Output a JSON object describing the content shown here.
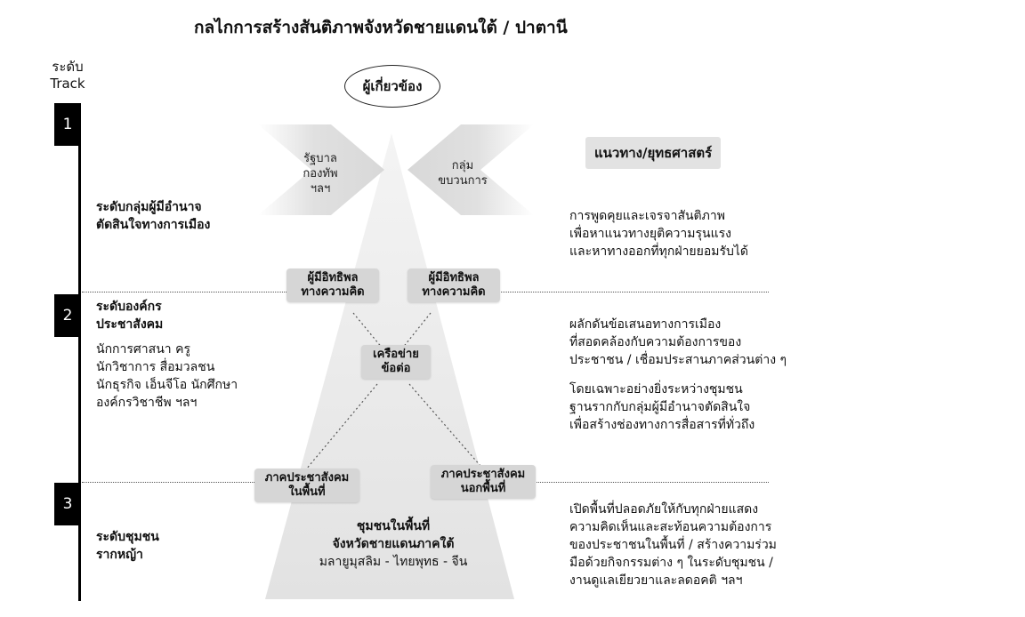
{
  "title": "กลไกการสร้างสันติภาพจังหวัดชายแดนใต้ / ปาตานี",
  "level_header": [
    "ระดับ",
    "Track"
  ],
  "levels": [
    "1",
    "2",
    "3"
  ],
  "stakeholders_label": "ผู้เกี่ยวข้อง",
  "government": [
    "รัฐบาล",
    "กองทัพ",
    "ฯลฯ"
  ],
  "movement": [
    "กลุ่ม",
    "ขบวนการ"
  ],
  "strategy_heading": "แนวทาง/ยุทธศาสตร์",
  "track1": {
    "label": [
      "ระดับกลุ่มผู้มีอำนาจ",
      "ตัดสินใจทางการเมือง"
    ],
    "strategy": [
      "การพูดคุยและเจรจาสันติภาพ",
      "เพื่อหาแนวทางยุติความรุนแรง",
      "และหาทางออกที่ทุกฝ่ายยอมรับได้"
    ]
  },
  "influencers": {
    "left": [
      "ผู้มีอิทธิพล",
      "ทางความคิด"
    ],
    "right": [
      "ผู้มีอิทธิพล",
      "ทางความคิด"
    ]
  },
  "track2": {
    "label": [
      "ระดับองค์กร",
      "ประชาสังคม"
    ],
    "members": [
      "นักการศาสนา ครู",
      "นักวิชาการ สื่อมวลชน",
      "นักธุรกิจ เอ็นจีโอ นักศึกษา",
      "องค์กรวิชาชีพ ฯลฯ"
    ],
    "strategy_a": [
      "ผลักดันข้อเสนอทางการเมือง",
      "ที่สอดคล้องกับความต้องการของ",
      "ประชาชน / เชื่อมประสานภาคส่วนต่าง ๆ"
    ],
    "strategy_b": [
      "โดยเฉพาะอย่างยิ่งระหว่างชุมชน",
      "ฐานรากกับกลุ่มผู้มีอำนาจตัดสินใจ",
      "เพื่อสร้างช่องทางการสื่อสารที่ทั่วถึง"
    ]
  },
  "network": [
    "เครือข่าย",
    "ข้อต่อ"
  ],
  "civil_society": {
    "inside": [
      "ภาคประชาสังคม",
      "ในพื้นที่"
    ],
    "outside": [
      "ภาคประชาสังคม",
      "นอกพื้นที่"
    ]
  },
  "track3": {
    "label": [
      "ระดับชุมชน",
      "รากหญ้า"
    ],
    "community": [
      "ชุมชนในพื้นที่",
      "จังหวัดชายแดนภาคใต้",
      "มลายูมุสลิม - ไทยพุทธ - จีน"
    ],
    "strategy": [
      "เปิดพื้นที่ปลอดภัยให้กับทุกฝ่ายแสดง",
      "ความคิดเห็นและสะท้อนความต้องการ",
      "ของประชาชนในพื้นที่ / สร้างความร่วม",
      "มือด้วยกิจกรรมต่าง ๆ ในระดับชุมชน /",
      "งานดูแลเยียวยาและลดอคติ ฯลฯ"
    ]
  },
  "colors": {
    "pyramid": "#e9e9e9",
    "chevron": "#e2e2e2",
    "badge": "#d6d6d6",
    "axis": "#000000"
  }
}
